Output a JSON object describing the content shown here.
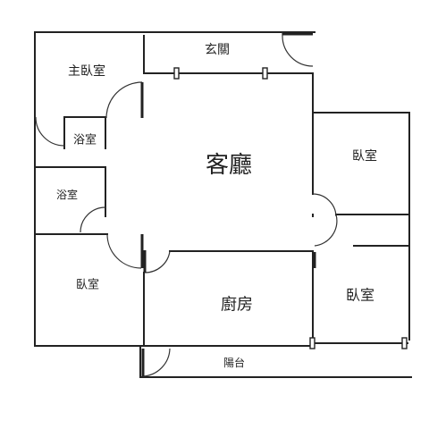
{
  "rooms": {
    "master_bedroom": "主臥室",
    "entrance": "玄關",
    "bath_1": "浴室",
    "bath_2": "浴室",
    "living_room": "客廳",
    "bedroom_east": "臥室",
    "bedroom_west": "臥室",
    "kitchen": "廚房",
    "bedroom_southeast": "臥室",
    "balcony": "陽台"
  },
  "colors": {
    "wall": "#222222",
    "background": "#ffffff"
  }
}
